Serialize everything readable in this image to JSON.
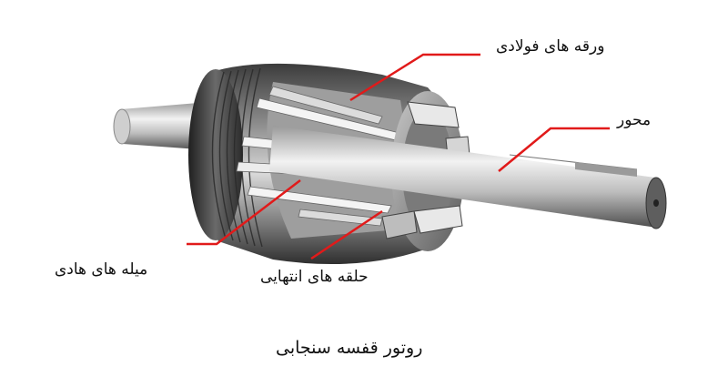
{
  "labels": {
    "steel_laminations": "ورقه های فولادی",
    "shaft": "محور",
    "conductor_bars": "میله های هادی",
    "end_rings": "حلقه های انتهایی"
  },
  "caption": "روتور قفسه سنجابی",
  "colors": {
    "leader_line": "#e11a1a",
    "background": "#ffffff",
    "metal_dark": "#4a4a4a",
    "metal_light": "#e6e6e6"
  }
}
